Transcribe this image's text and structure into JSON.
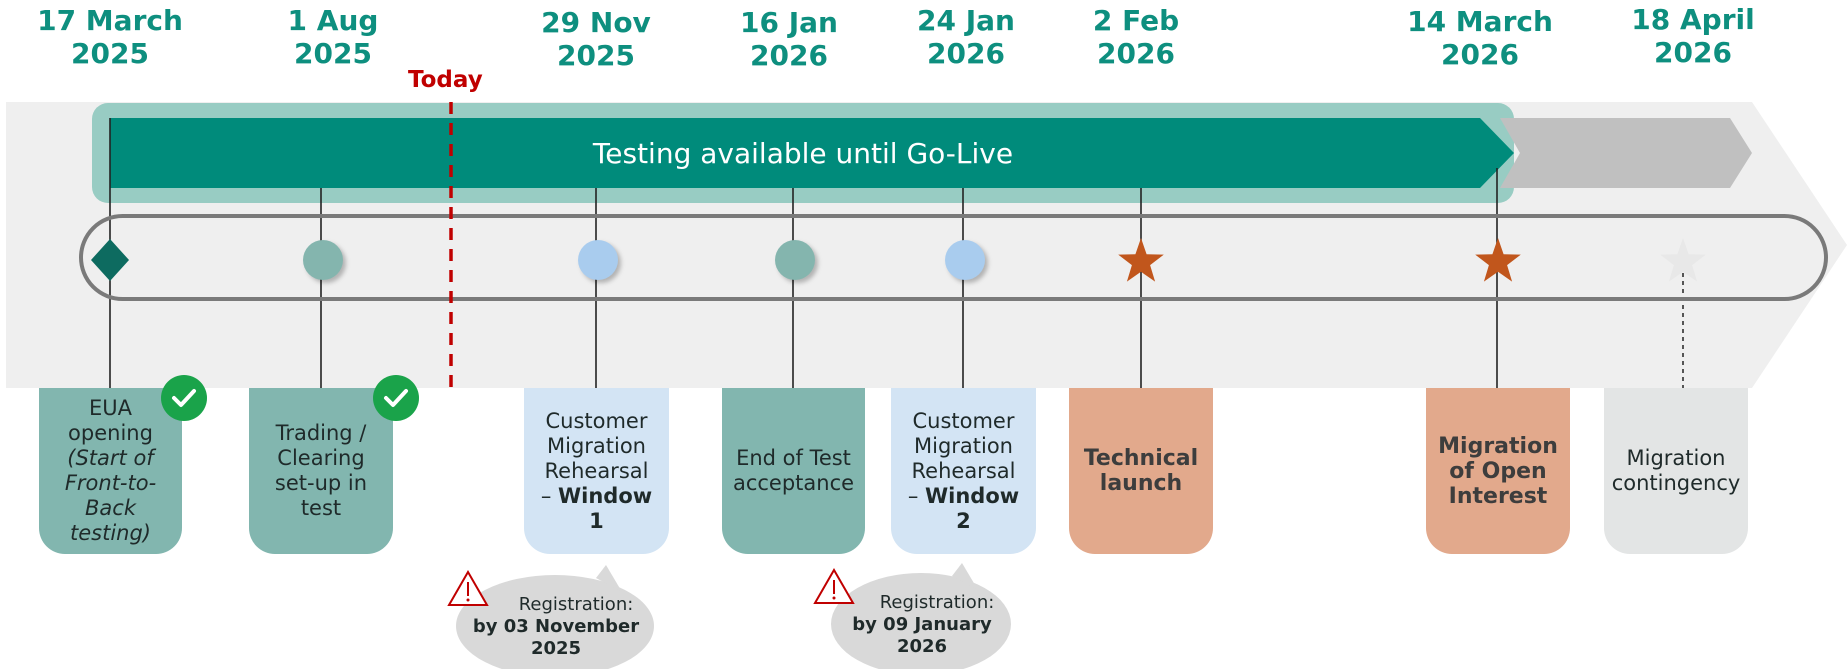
{
  "colors": {
    "teal_dark": "#008b7b",
    "teal_light": "#98ccc3",
    "marker_teal": "#84b5ae",
    "marker_blue": "#a9ccee",
    "star_orange": "#c1561c",
    "today_red": "#c00000",
    "check_green": "#1aa34a"
  },
  "timeline": {
    "dates": [
      {
        "line1": "17 March",
        "line2": "2025"
      },
      {
        "line1": "1 Aug",
        "line2": "2025"
      },
      {
        "line1": "29 Nov",
        "line2": "2025"
      },
      {
        "line1": "16 Jan",
        "line2": "2026"
      },
      {
        "line1": "24 Jan",
        "line2": "2026"
      },
      {
        "line1": "2 Feb",
        "line2": "2026"
      },
      {
        "line1": "14 March",
        "line2": "2026"
      },
      {
        "line1": "18 April",
        "line2": "2026"
      }
    ],
    "today_label": "Today",
    "testing_label": "Testing available until Go-Live"
  },
  "milestones": [
    {
      "marker": "diamond",
      "lines": [
        {
          "t": "EUA"
        },
        {
          "t": "opening"
        },
        {
          "t": "(Start of",
          "style": "i"
        },
        {
          "t": "Front-to-",
          "style": "i"
        },
        {
          "t": "Back",
          "style": "i"
        },
        {
          "t": "testing)",
          "style": "i"
        }
      ],
      "completed": true
    },
    {
      "marker": "circle-teal",
      "lines": [
        {
          "t": "Trading /"
        },
        {
          "t": "Clearing"
        },
        {
          "t": "set-up in"
        },
        {
          "t": "test"
        }
      ],
      "completed": true
    },
    {
      "marker": "circle-blue",
      "lines": [
        {
          "t": "Customer"
        },
        {
          "t": "Migration"
        },
        {
          "t": "Rehearsal"
        },
        {
          "t": "– ",
          "bold_tail": "Window"
        },
        {
          "t": "1",
          "style": "b"
        }
      ]
    },
    {
      "marker": "circle-teal",
      "lines": [
        {
          "t": "End of Test"
        },
        {
          "t": "acceptance"
        }
      ]
    },
    {
      "marker": "circle-blue",
      "lines": [
        {
          "t": "Customer"
        },
        {
          "t": "Migration"
        },
        {
          "t": "Rehearsal"
        },
        {
          "t": "– ",
          "bold_tail": "Window"
        },
        {
          "t": "2",
          "style": "b"
        }
      ]
    },
    {
      "marker": "star-orange",
      "lines": [
        {
          "t": "Technical",
          "style": "b"
        },
        {
          "t": "launch",
          "style": "b"
        }
      ]
    },
    {
      "marker": "star-orange",
      "lines": [
        {
          "t": "Migration",
          "style": "b"
        },
        {
          "t": "of Open",
          "style": "b"
        },
        {
          "t": "Interest",
          "style": "b"
        }
      ]
    },
    {
      "marker": "star-grey",
      "lines": [
        {
          "t": "Migration"
        },
        {
          "t": "contingency"
        }
      ]
    }
  ],
  "registrations": [
    {
      "label": "Registration:",
      "deadline": "by 03 November",
      "year": "2025"
    },
    {
      "label": "Registration:",
      "deadline": "by 09 January",
      "year": "2026"
    }
  ]
}
